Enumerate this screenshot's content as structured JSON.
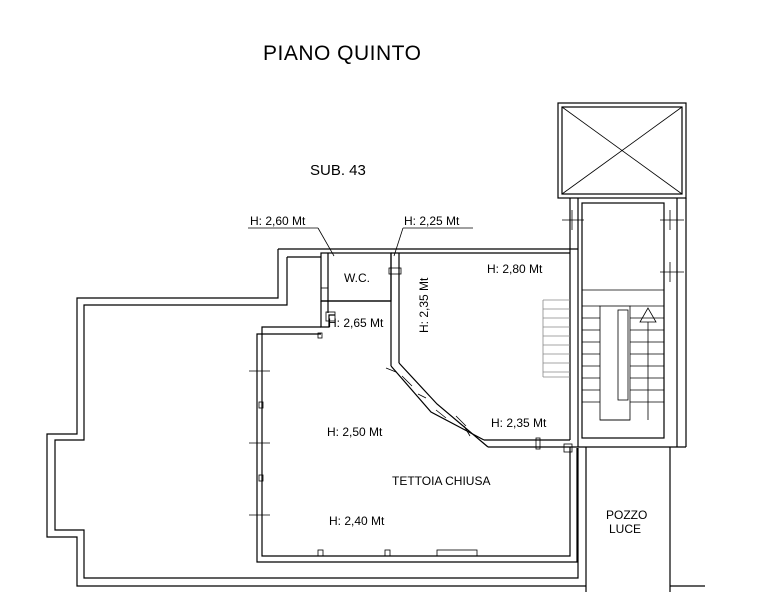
{
  "title": "PIANO QUINTO",
  "unit_label": "SUB. 43",
  "rooms": {
    "wc": "W.C.",
    "tettoia": "TETTOIA CHIUSA",
    "pozzo_line1": "POZZO",
    "pozzo_line2": "LUCE"
  },
  "heights": {
    "h260": "H: 2,60 Mt",
    "h225": "H: 2,25 Mt",
    "h280": "H: 2,80 Mt",
    "h235_vertical": "H: 2,35 Mt",
    "h265": "H: 2,65 Mt",
    "h250": "H: 2,50 Mt",
    "h235": "H: 2,35 Mt",
    "h240": "H: 2,40 Mt"
  },
  "colors": {
    "line": "#000000",
    "stair_gray": "#888888"
  }
}
